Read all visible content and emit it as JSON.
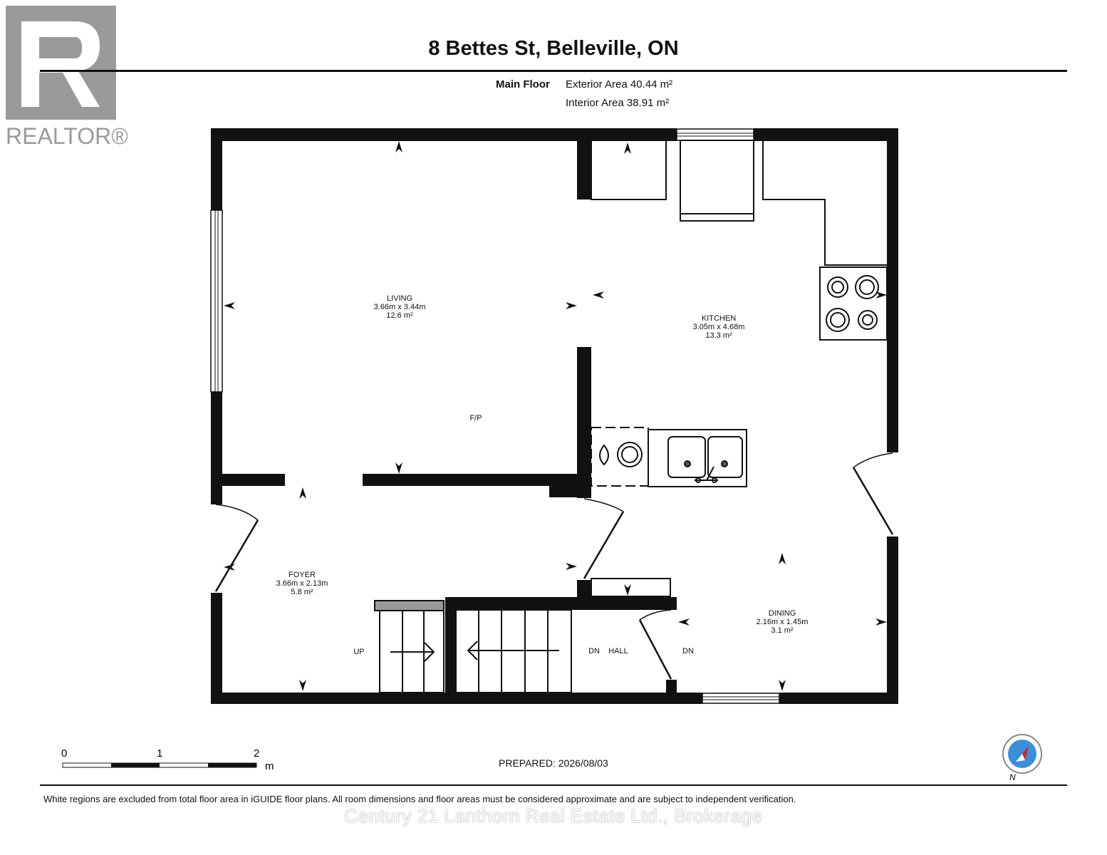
{
  "header": {
    "title": "8 Bettes St, Belleville, ON",
    "floor_label": "Main Floor",
    "exterior_area": "Exterior Area 40.44 m²",
    "interior_area": "Interior Area 38.91 m²"
  },
  "logo": {
    "text": "REALTOR®"
  },
  "rooms": {
    "living": {
      "name": "LIVING",
      "dims": "3.66m x 3.44m",
      "area": "12.6 m²"
    },
    "kitchen": {
      "name": "KITCHEN",
      "dims": "3.05m x 4.68m",
      "area": "13.3 m²"
    },
    "foyer": {
      "name": "FOYER",
      "dims": "3.66m x 2.13m",
      "area": "5.8 m²"
    },
    "dining": {
      "name": "DINING",
      "dims": "2.16m x 1.45m",
      "area": "3.1 m²"
    }
  },
  "labels": {
    "fireplace": "F/P",
    "up": "UP",
    "dn1": "DN",
    "hall": "HALL",
    "dn2": "DN"
  },
  "scale": {
    "t0": "0",
    "t1": "1",
    "t2": "2",
    "unit": "m"
  },
  "compass": {
    "north": "N"
  },
  "footer": {
    "prepared": "PREPARED: 2026/08/03",
    "disclaimer": "White regions are excluded from total floor area in iGUIDE floor plans. All room dimensions and floor areas must be considered approximate and are subject to independent verification.",
    "brokerage": "Century 21 Lanthorn Real Estate Ltd., Brokerage"
  },
  "colors": {
    "wall": "#111111",
    "logo_gray": "#9a9a9a",
    "compass_red": "#e02020",
    "compass_blue": "#3a8fd8"
  }
}
